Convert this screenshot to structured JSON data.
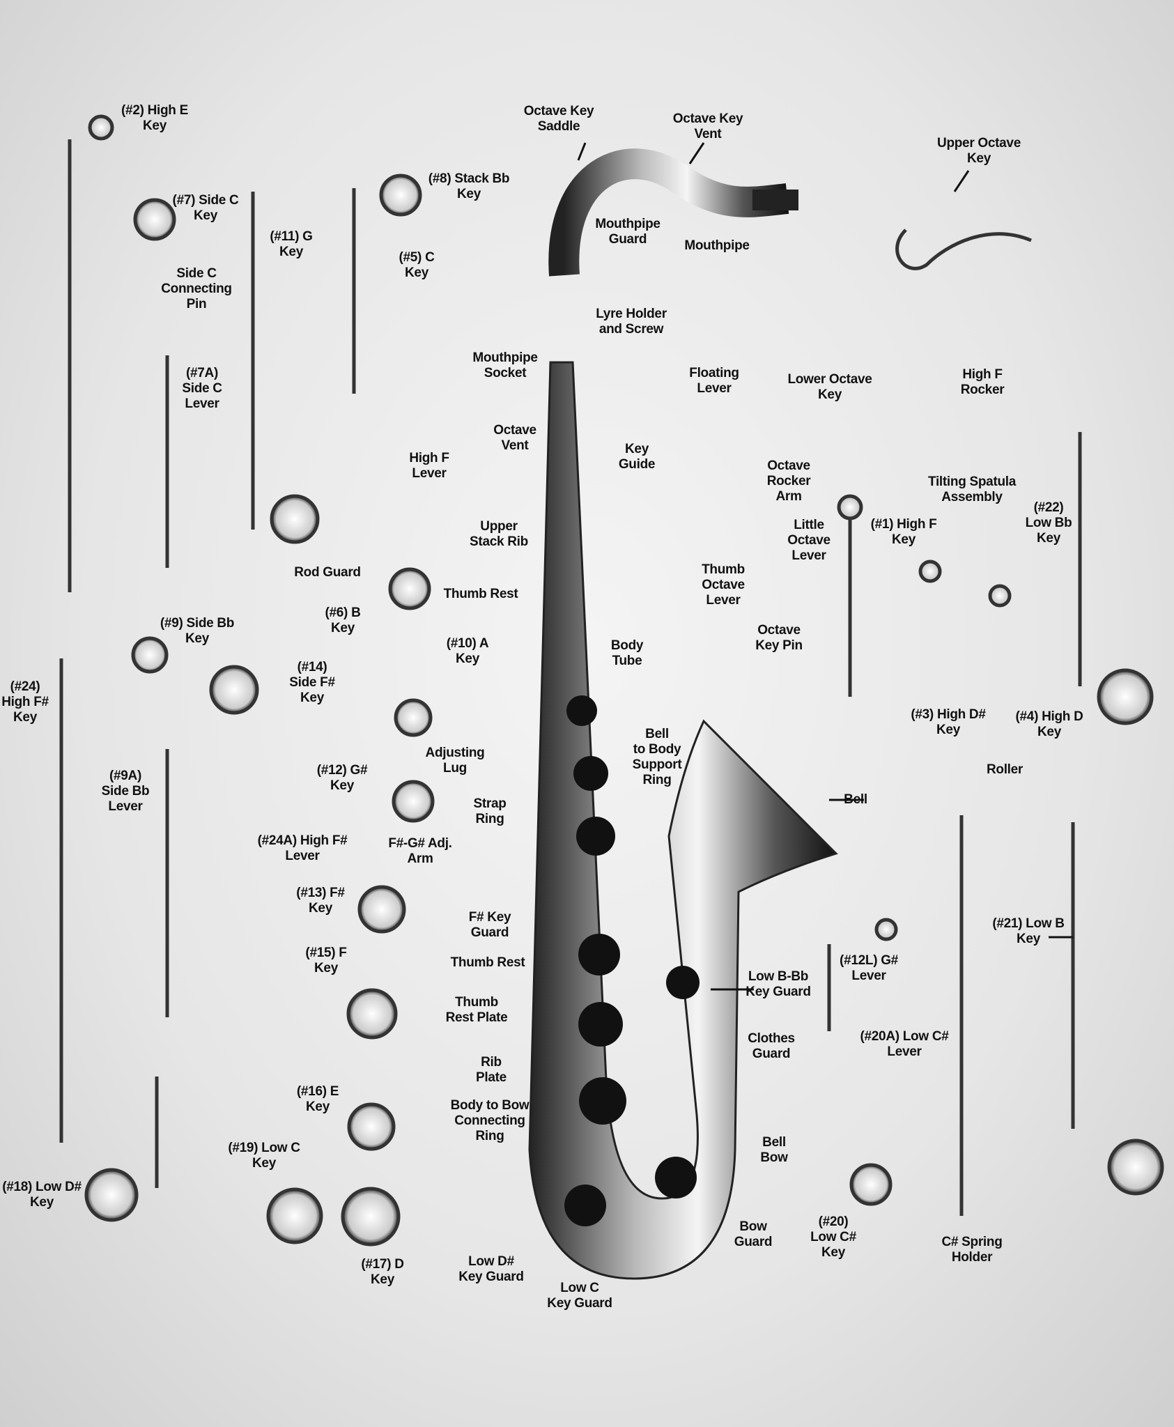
{
  "diagram": {
    "labels": [
      "(#2) High E\nKey",
      "Octave Key\nSaddle",
      "Octave Key\nVent",
      "Upper Octave\nKey",
      "(#8) Stack Bb\nKey",
      "(#7) Side C\nKey",
      "(#11) G\nKey",
      "Mouthpipe\nGuard",
      "Mouthpipe",
      "(#5) C\nKey",
      "Side C\nConnecting\nPin",
      "Lyre Holder\nand Screw",
      "Mouthpipe\nSocket",
      "(#7A)\nSide C\nLever",
      "Floating\nLever",
      "Lower Octave\nKey",
      "High F\nRocker",
      "Octave\nVent",
      "Key\nGuide",
      "High F\nLever",
      "Octave\nRocker\nArm",
      "Tilting Spatula\nAssembly",
      "(#22)\nLow Bb\nKey",
      "Upper\nStack Rib",
      "Little\nOctave\nLever",
      "(#1) High F\nKey",
      "Rod Guard",
      "Thumb Rest",
      "Thumb\nOctave\nLever",
      "(#6) B\nKey",
      "(#9) Side Bb\nKey",
      "Octave\nKey Pin",
      "(#10) A\nKey",
      "Body\nTube",
      "(#14)\nSide F#\nKey",
      "(#24)\nHigh F#\nKey",
      "(#3) High D#\nKey",
      "(#4) High D\nKey",
      "Bell\nto Body\nSupport\nRing",
      "Adjusting\nLug",
      "(#12) G#\nKey",
      "Roller",
      "(#9A)\nSide Bb\nLever",
      "Strap\nRing",
      "Bell",
      "(#24A) High F#\nLever",
      "F#-G# Adj.\nArm",
      "(#13) F#\nKey",
      "F# Key\nGuard",
      "(#21) Low B\nKey",
      "(#12L) G#\nLever",
      "(#15) F\nKey",
      "Thumb Rest",
      "Low B-Bb\nKey Guard",
      "Thumb\nRest Plate",
      "Clothes\nGuard",
      "(#20A) Low C#\nLever",
      "Rib\nPlate",
      "(#16) E\nKey",
      "Body to Bow\nConnecting\nRing",
      "(#19) Low C\nKey",
      "Bell\nBow",
      "(#18) Low D#\nKey",
      "(#20)\nLow C#\nKey",
      "Bow\nGuard",
      "C# Spring\nHolder",
      "(#17) D\nKey",
      "Low D#\nKey Guard",
      "Low C\nKey Guard"
    ]
  }
}
